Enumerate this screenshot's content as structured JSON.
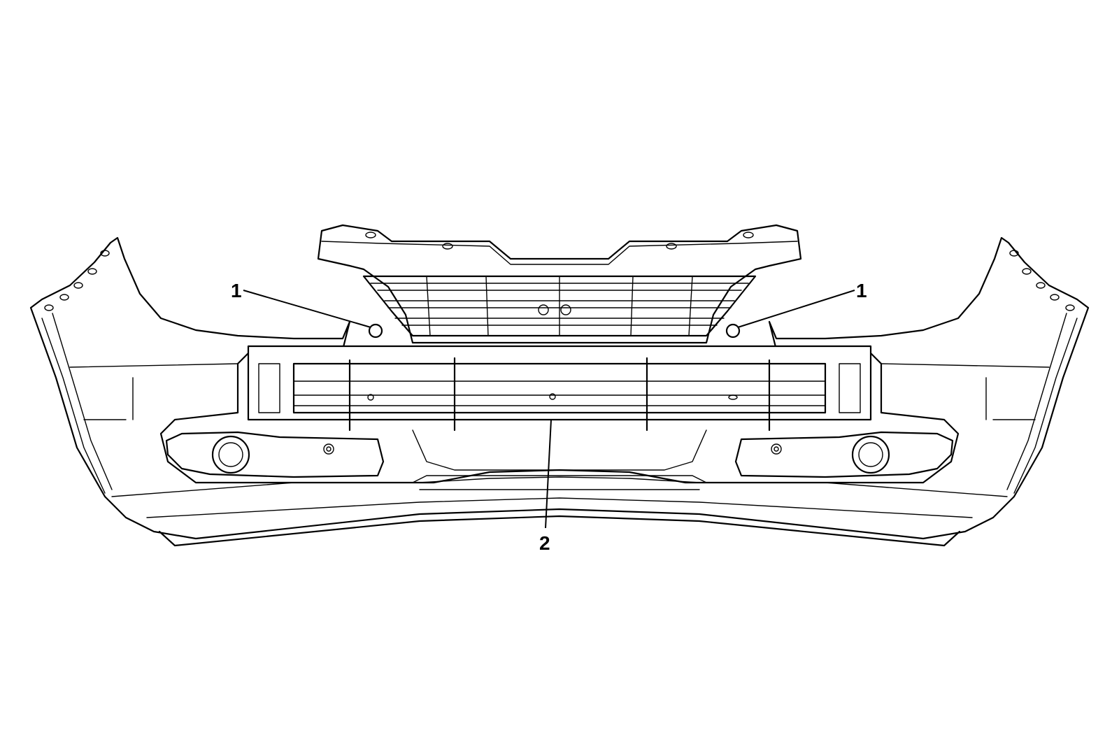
{
  "callouts": [
    {
      "id": "1",
      "label": "1"
    },
    {
      "id": "1",
      "label": "1"
    },
    {
      "id": "2",
      "label": "2"
    }
  ]
}
